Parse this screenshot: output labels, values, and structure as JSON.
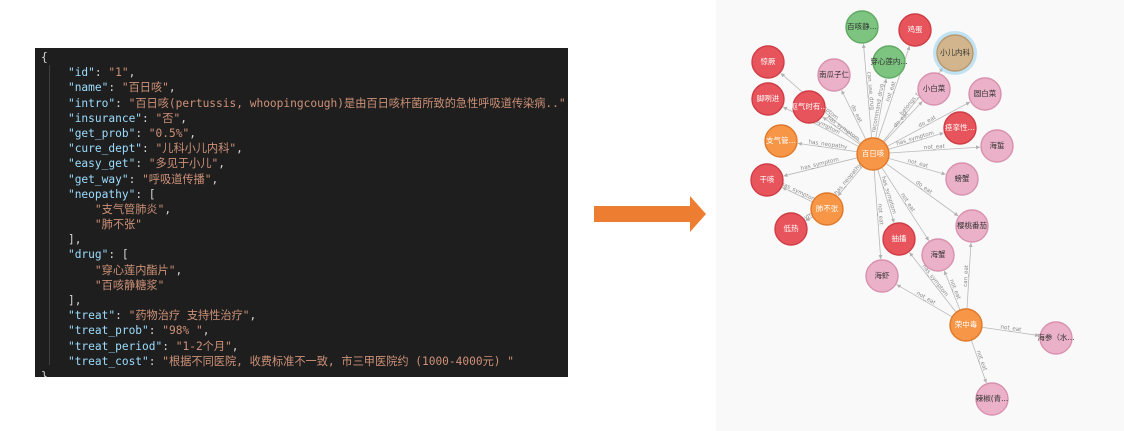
{
  "code": {
    "lines": [
      [
        {
          "t": "p",
          "v": "{"
        }
      ],
      [
        {
          "t": "i",
          "v": "    "
        },
        {
          "t": "k",
          "v": "\"id\""
        },
        {
          "t": "p",
          "v": ": "
        },
        {
          "t": "s",
          "v": "\"1\""
        },
        {
          "t": "p",
          "v": ","
        }
      ],
      [
        {
          "t": "i",
          "v": "    "
        },
        {
          "t": "k",
          "v": "\"name\""
        },
        {
          "t": "p",
          "v": ": "
        },
        {
          "t": "s",
          "v": "\"百日咳\""
        },
        {
          "t": "p",
          "v": ","
        }
      ],
      [
        {
          "t": "i",
          "v": "    "
        },
        {
          "t": "k",
          "v": "\"intro\""
        },
        {
          "t": "p",
          "v": ": "
        },
        {
          "t": "s",
          "v": "\"百日咳(pertussis, whoopingcough)是由百日咳杆菌所致的急性呼吸道传染病..\""
        },
        {
          "t": "p",
          "v": ","
        }
      ],
      [
        {
          "t": "i",
          "v": "    "
        },
        {
          "t": "k",
          "v": "\"insurance\""
        },
        {
          "t": "p",
          "v": ": "
        },
        {
          "t": "s",
          "v": "\"否\""
        },
        {
          "t": "p",
          "v": ","
        }
      ],
      [
        {
          "t": "i",
          "v": "    "
        },
        {
          "t": "k",
          "v": "\"get_prob\""
        },
        {
          "t": "p",
          "v": ": "
        },
        {
          "t": "s",
          "v": "\"0.5%\""
        },
        {
          "t": "p",
          "v": ","
        }
      ],
      [
        {
          "t": "i",
          "v": "    "
        },
        {
          "t": "k",
          "v": "\"cure_dept\""
        },
        {
          "t": "p",
          "v": ": "
        },
        {
          "t": "s",
          "v": "\"儿科小儿内科\""
        },
        {
          "t": "p",
          "v": ","
        }
      ],
      [
        {
          "t": "i",
          "v": "    "
        },
        {
          "t": "k",
          "v": "\"easy_get\""
        },
        {
          "t": "p",
          "v": ": "
        },
        {
          "t": "s",
          "v": "\"多见于小儿\""
        },
        {
          "t": "p",
          "v": ","
        }
      ],
      [
        {
          "t": "i",
          "v": "    "
        },
        {
          "t": "k",
          "v": "\"get_way\""
        },
        {
          "t": "p",
          "v": ": "
        },
        {
          "t": "s",
          "v": "\"呼吸道传播\""
        },
        {
          "t": "p",
          "v": ","
        }
      ],
      [
        {
          "t": "i",
          "v": "    "
        },
        {
          "t": "k",
          "v": "\"neopathy\""
        },
        {
          "t": "p",
          "v": ": ["
        }
      ],
      [
        {
          "t": "i",
          "v": "        "
        },
        {
          "t": "s",
          "v": "\"支气管肺炎\""
        },
        {
          "t": "p",
          "v": ","
        }
      ],
      [
        {
          "t": "i",
          "v": "        "
        },
        {
          "t": "s",
          "v": "\"肺不张\""
        }
      ],
      [
        {
          "t": "i",
          "v": "    "
        },
        {
          "t": "p",
          "v": "],"
        }
      ],
      [
        {
          "t": "i",
          "v": "    "
        },
        {
          "t": "k",
          "v": "\"drug\""
        },
        {
          "t": "p",
          "v": ": ["
        }
      ],
      [
        {
          "t": "i",
          "v": "        "
        },
        {
          "t": "s",
          "v": "\"穿心莲内酯片\""
        },
        {
          "t": "p",
          "v": ","
        }
      ],
      [
        {
          "t": "i",
          "v": "        "
        },
        {
          "t": "s",
          "v": "\"百咳静糖浆\""
        }
      ],
      [
        {
          "t": "i",
          "v": "    "
        },
        {
          "t": "p",
          "v": "],"
        }
      ],
      [
        {
          "t": "i",
          "v": "    "
        },
        {
          "t": "k",
          "v": "\"treat\""
        },
        {
          "t": "p",
          "v": ": "
        },
        {
          "t": "s",
          "v": "\"药物治疗 支持性治疗\""
        },
        {
          "t": "p",
          "v": ","
        }
      ],
      [
        {
          "t": "i",
          "v": "    "
        },
        {
          "t": "k",
          "v": "\"treat_prob\""
        },
        {
          "t": "p",
          "v": ": "
        },
        {
          "t": "s",
          "v": "\"98% \""
        },
        {
          "t": "p",
          "v": ","
        }
      ],
      [
        {
          "t": "i",
          "v": "    "
        },
        {
          "t": "k",
          "v": "\"treat_period\""
        },
        {
          "t": "p",
          "v": ": "
        },
        {
          "t": "s",
          "v": "\"1-2个月\""
        },
        {
          "t": "p",
          "v": ","
        }
      ],
      [
        {
          "t": "i",
          "v": "    "
        },
        {
          "t": "k",
          "v": "\"treat_cost\""
        },
        {
          "t": "p",
          "v": ": "
        },
        {
          "t": "s",
          "v": "\"根据不同医院, 收费标准不一致, 市三甲医院约 (1000-4000元) \""
        }
      ],
      [
        {
          "t": "p",
          "v": "}"
        }
      ]
    ]
  },
  "arrow": {
    "color": "#ed7d31"
  },
  "graph": {
    "colors": {
      "orange": "#f79646",
      "red": "#e8545b",
      "pink": "#eab1c8",
      "green": "#7cc47f",
      "tan": "#d2b58c"
    },
    "nodes": [
      {
        "id": "bairike",
        "label": "百日咳",
        "color": "orange"
      },
      {
        "id": "baikejing",
        "label": "百咳静...",
        "color": "green"
      },
      {
        "id": "chuanxinlian",
        "label": "穿心莲内...",
        "color": "green"
      },
      {
        "id": "xiaoernk",
        "label": "小儿内科",
        "color": "tan"
      },
      {
        "id": "jidan",
        "label": "鸡蛋",
        "color": "red"
      },
      {
        "id": "yanjiu",
        "label": "惊厥",
        "color": "red"
      },
      {
        "id": "nanguazi",
        "label": "南瓜子仁",
        "color": "pink"
      },
      {
        "id": "xiaobaicai",
        "label": "小白菜",
        "color": "pink"
      },
      {
        "id": "yuanbaicai",
        "label": "圆白菜",
        "color": "pink"
      },
      {
        "id": "jingmingjin",
        "label": "脚咧进",
        "color": "red"
      },
      {
        "id": "qiqishi",
        "label": "呕气时有...",
        "color": "red"
      },
      {
        "id": "zhiqiguan",
        "label": "支气管...",
        "color": "orange"
      },
      {
        "id": "yiyuxing",
        "label": "痉挛性...",
        "color": "red"
      },
      {
        "id": "haizhe",
        "label": "海蜇",
        "color": "pink"
      },
      {
        "id": "ganke",
        "label": "干咳",
        "color": "red"
      },
      {
        "id": "pangxie",
        "label": "螃蟹",
        "color": "pink"
      },
      {
        "id": "feibuzhang",
        "label": "肺不张",
        "color": "orange"
      },
      {
        "id": "yingtaofan",
        "label": "樱桃番茄",
        "color": "pink"
      },
      {
        "id": "fare",
        "label": "低热",
        "color": "red"
      },
      {
        "id": "chouchu",
        "label": "抽搐",
        "color": "red"
      },
      {
        "id": "haixie",
        "label": "海蟹",
        "color": "pink"
      },
      {
        "id": "haixia",
        "label": "海虾",
        "color": "pink"
      },
      {
        "id": "qizhongdu",
        "label": "荣中毒",
        "color": "orange"
      },
      {
        "id": "haishen",
        "label": "海参（水...",
        "color": "pink"
      },
      {
        "id": "lajiao",
        "label": "辣椒(青...",
        "color": "pink"
      }
    ],
    "edges": [
      {
        "from": "bairike",
        "to": "baikejing",
        "label": "can_use_drug"
      },
      {
        "from": "bairike",
        "to": "chuanxinlian",
        "label": "recommand_drug"
      },
      {
        "from": "bairike",
        "to": "jidan",
        "label": "not_eat"
      },
      {
        "from": "bairike",
        "to": "xiaoernk",
        "label": "belongs_to"
      },
      {
        "from": "bairike",
        "to": "nanguazi",
        "label": "do_eat"
      },
      {
        "from": "bairike",
        "to": "yanjiu",
        "label": "has_symptom"
      },
      {
        "from": "bairike",
        "to": "xiaobaicai",
        "label": "do_eat"
      },
      {
        "from": "bairike",
        "to": "jingmingjin",
        "label": "has_symptom"
      },
      {
        "from": "bairike",
        "to": "qiqishi",
        "label": "has_symptom"
      },
      {
        "from": "bairike",
        "to": "zhiqiguan",
        "label": "has_neopathy"
      },
      {
        "from": "bairike",
        "to": "yiyuxing",
        "label": "has_symptom"
      },
      {
        "from": "bairike",
        "to": "haizhe",
        "label": "not_eat"
      },
      {
        "from": "bairike",
        "to": "ganke",
        "label": "has_symptom"
      },
      {
        "from": "bairike",
        "to": "pangxie",
        "label": "not_eat"
      },
      {
        "from": "bairike",
        "to": "feibuzhang",
        "label": "has_neopathy"
      },
      {
        "from": "bairike",
        "to": "yingtaofan",
        "label": "do_eat"
      },
      {
        "from": "bairike",
        "to": "chouchu",
        "label": "has_symptom"
      },
      {
        "from": "bairike",
        "to": "haixie",
        "label": "not_eat"
      },
      {
        "from": "bairike",
        "to": "haixia",
        "label": "not_eat"
      },
      {
        "from": "bairike",
        "to": "yuanbaicai",
        "label": "do_eat"
      },
      {
        "from": "feibuzhang",
        "to": "fare",
        "label": "has_symptom"
      },
      {
        "from": "feibuzhang",
        "to": "ganke",
        "label": "has_symptom"
      },
      {
        "from": "qizhongdu",
        "to": "chouchu",
        "label": "has_symptom"
      },
      {
        "from": "qizhongdu",
        "to": "haixie",
        "label": "not_eat"
      },
      {
        "from": "qizhongdu",
        "to": "haixia",
        "label": "not_eat"
      },
      {
        "from": "qizhongdu",
        "to": "yingtaofan",
        "label": "can_eat"
      },
      {
        "from": "qizhongdu",
        "to": "haishen",
        "label": "not_eat"
      },
      {
        "from": "qizhongdu",
        "to": "lajiao",
        "label": "not_eat"
      }
    ]
  }
}
